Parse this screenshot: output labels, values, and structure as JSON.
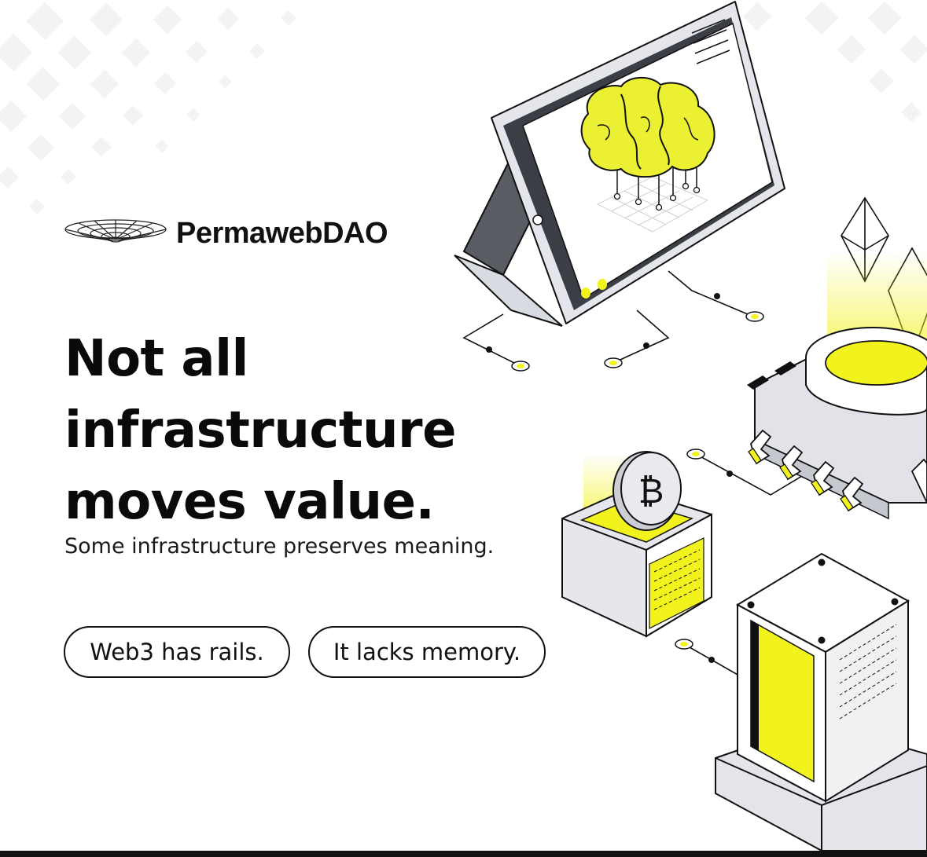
{
  "brand": {
    "name": "PermawebDAO",
    "logo_icon": "wormhole-grid-icon"
  },
  "headline": {
    "line1": "Not all",
    "line2": "infrastructure",
    "line3": "moves value."
  },
  "subline": "Some infrastructure preserves meaning.",
  "pills": [
    {
      "label": "Web3 has rails."
    },
    {
      "label": "It lacks memory."
    }
  ],
  "illustration": {
    "icons": [
      "tablet-icon",
      "brain-icon",
      "ethereum-icon",
      "chip-icon",
      "bitcoin-coin-icon",
      "server-tower-icon"
    ]
  },
  "colors": {
    "accent": "#f2f21d",
    "ink": "#111111",
    "panel": "#e8e8ee",
    "background": "#ffffff"
  }
}
